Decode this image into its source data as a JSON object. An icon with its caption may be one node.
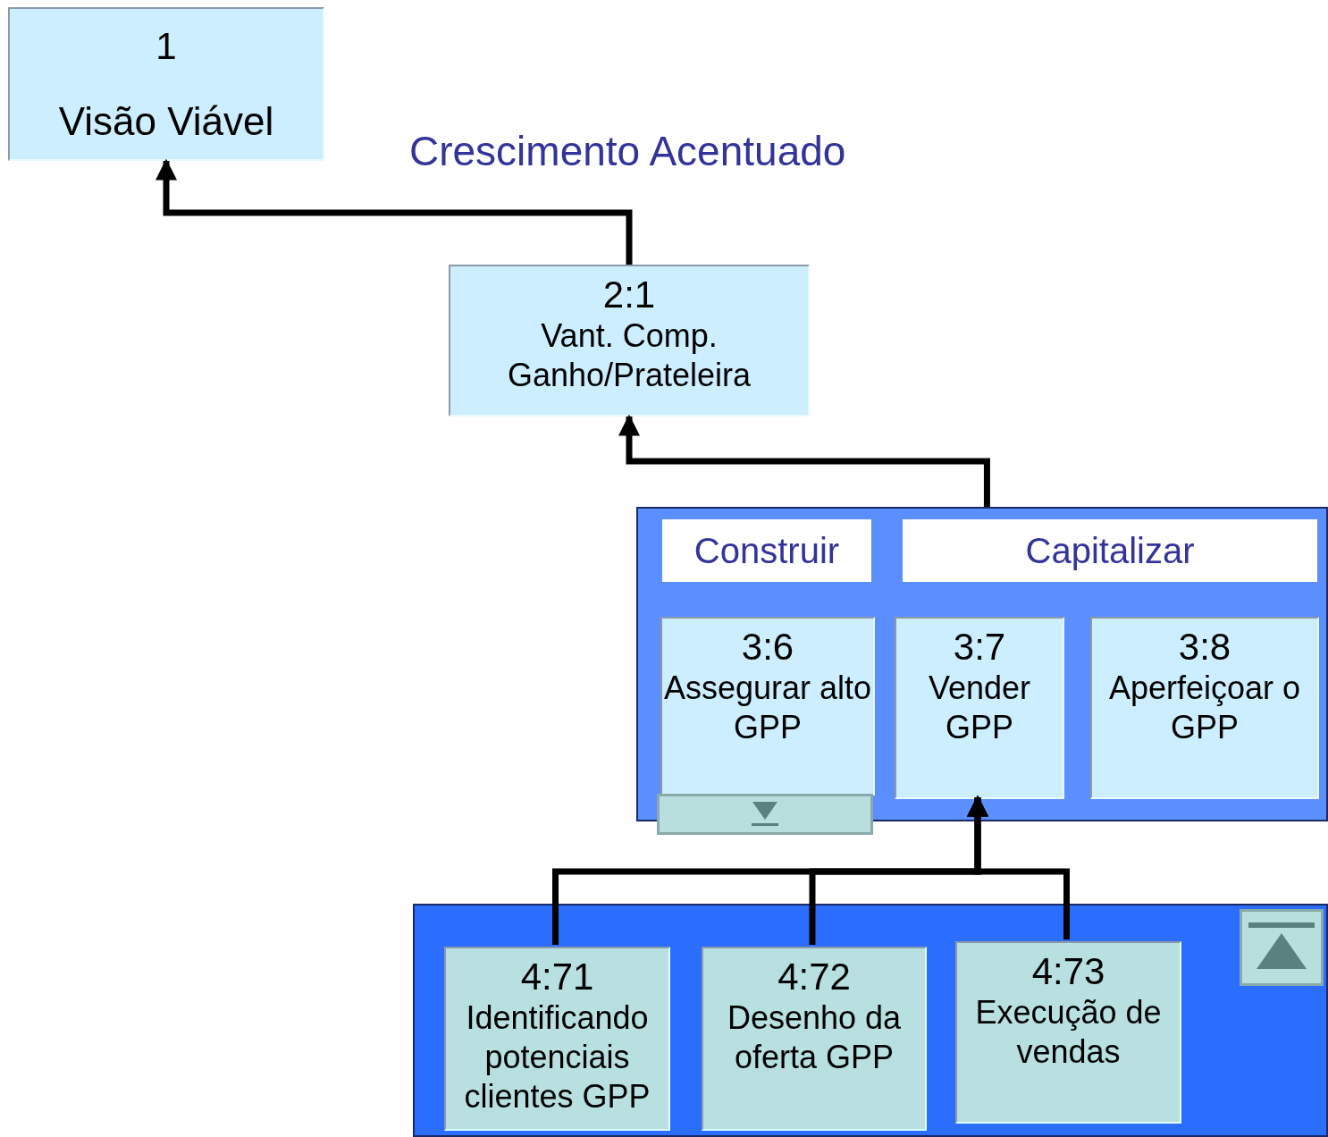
{
  "diagram": {
    "nodes": [
      {
        "text": [
          "1",
          "Visão Viável"
        ]
      },
      {
        "text": [
          "2:1",
          "Vant. Comp. Ganho/Prateleira"
        ]
      },
      {
        "text": [],
        "shape": "box"
      },
      {
        "text": [
          "Construir"
        ],
        "in": 2
      },
      {
        "text": [
          "Capitalizar"
        ],
        "in": 2
      },
      {
        "text": [
          "3:6",
          "Assegurar alto GPP"
        ],
        "in": 2
      },
      {
        "text": [
          "3:7",
          "Vender GPP"
        ],
        "in": 2
      },
      {
        "text": [
          "3:8",
          "Aperfeiçoar o GPP"
        ],
        "in": 2
      },
      {
        "text": [],
        "shape": "box"
      },
      {
        "text": [
          "4:71",
          "Identificando potenciais clientes GPP"
        ],
        "in": 8
      },
      {
        "text": [
          "4:72",
          "Desenho da oferta GPP"
        ],
        "in": 8
      },
      {
        "text": [
          "4:73",
          "Execução de vendas"
        ],
        "in": 8
      }
    ],
    "edges": [
      {
        "from": 1,
        "to": 0,
        "arrow": "to"
      },
      {
        "from": 2,
        "to": 1,
        "arrow": "to"
      },
      {
        "from": 9,
        "to": 6,
        "arrow": "to"
      },
      {
        "from": 10,
        "to": 6,
        "arrow": "to"
      },
      {
        "from": 11,
        "to": 6,
        "arrow": "to"
      }
    ],
    "labels": [
      "Crescimento Acentuado"
    ]
  }
}
